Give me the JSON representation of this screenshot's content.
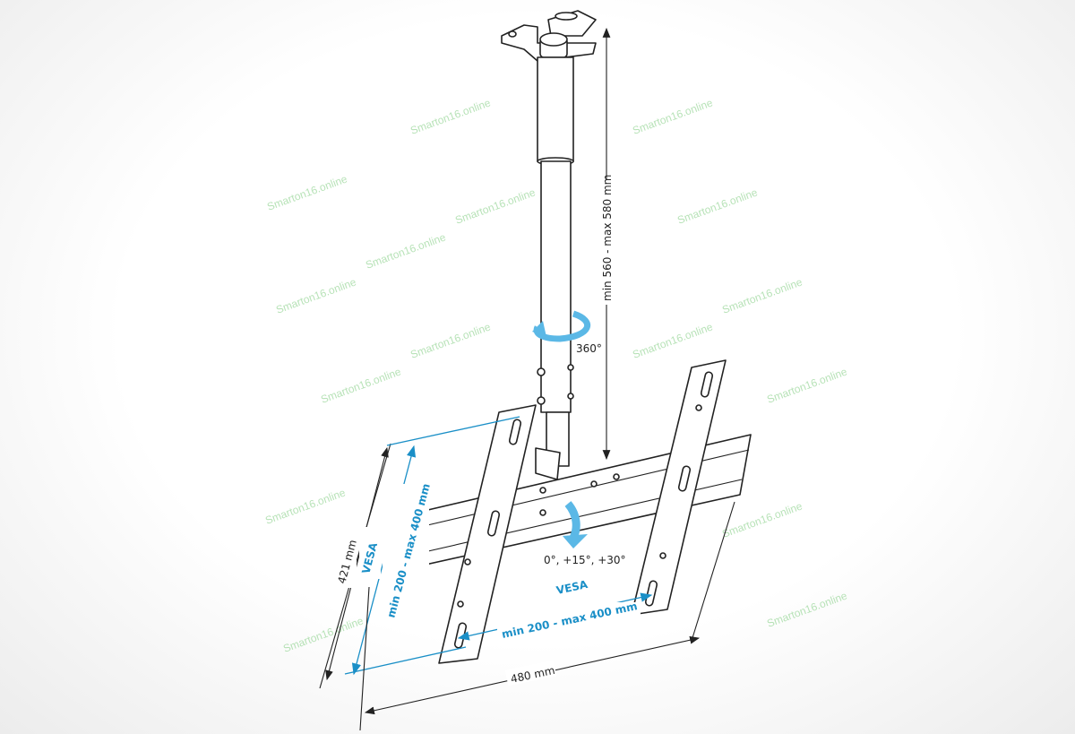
{
  "title": "Ceiling TV mount dimensions diagram",
  "watermark": "Smarton16.online",
  "labels": {
    "pole_length": "min 560 - max 580 mm",
    "rotation": "360°",
    "tilt": "0°, +15°, +30°",
    "height": "421 mm",
    "width": "480 mm",
    "vesa_vertical_title": "VESA",
    "vesa_vertical_range": "min 200 - max 400 mm",
    "vesa_horizontal_title": "VESA",
    "vesa_horizontal_range": "min 200 - max 400 mm"
  },
  "colors": {
    "accent": "#1a8fc7",
    "arrow": "#5bb8e6",
    "watermark": "#9fd99f"
  }
}
